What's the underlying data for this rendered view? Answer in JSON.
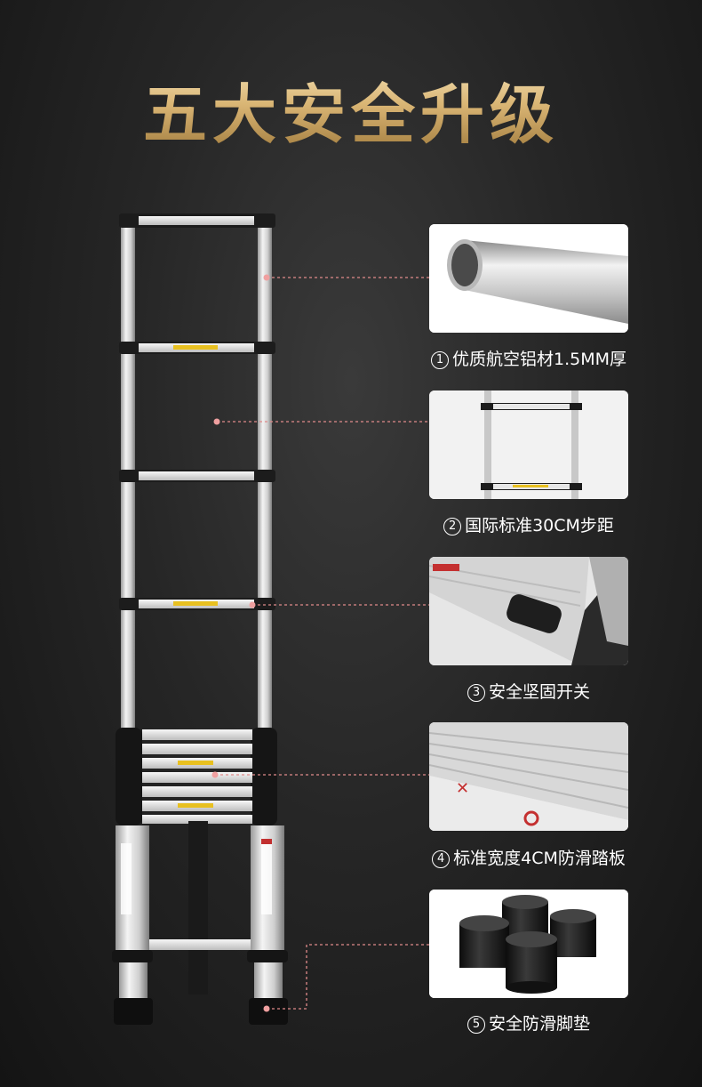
{
  "title": "五大安全升级",
  "features": [
    {
      "num": "1",
      "text": "优质航空铝材1.5MM厚"
    },
    {
      "num": "2",
      "text": "国际标准30CM步距"
    },
    {
      "num": "3",
      "text": "安全坚固开关"
    },
    {
      "num": "4",
      "text": "标准宽度4CM防滑踏板"
    },
    {
      "num": "5",
      "text": "安全防滑脚垫"
    }
  ],
  "colors": {
    "title_gold": "#d9b574",
    "callout": "#f0a0a0",
    "background": "#262626"
  }
}
